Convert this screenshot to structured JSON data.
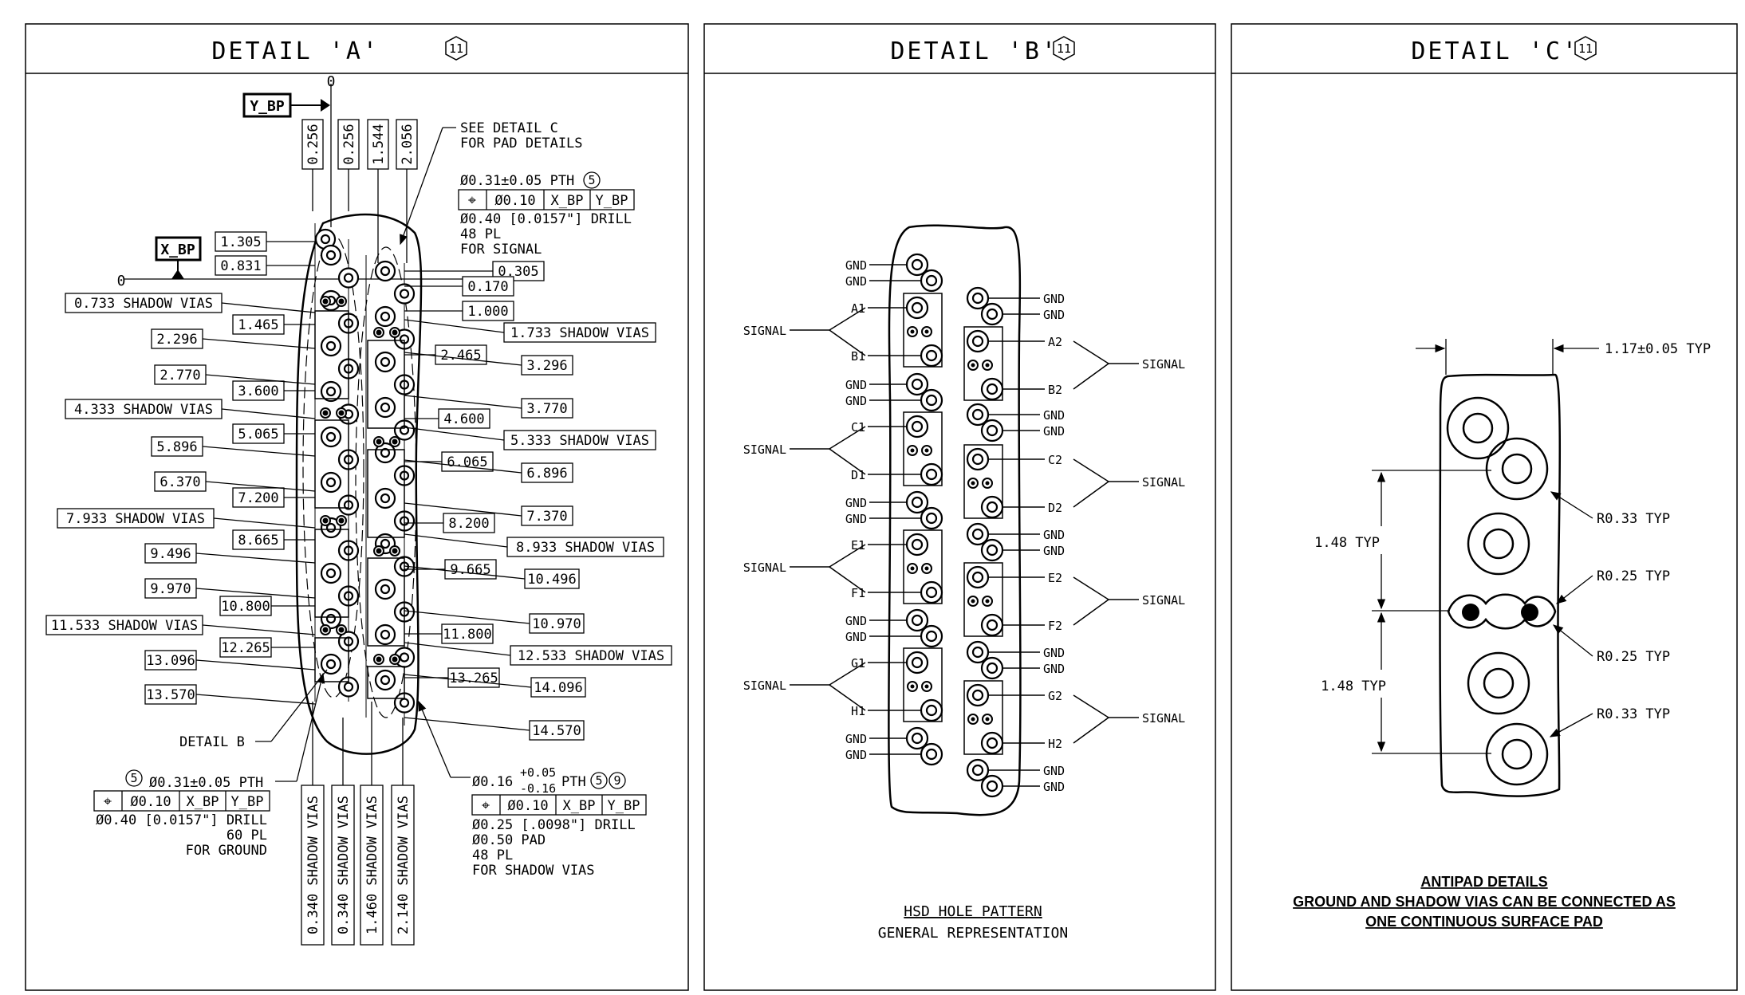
{
  "panels": {
    "a": {
      "title": "DETAIL 'A'",
      "rev": "11"
    },
    "b": {
      "title": "DETAIL 'B'",
      "rev": "11"
    },
    "c": {
      "title": "DETAIL 'C'",
      "rev": "11"
    }
  },
  "detail_a": {
    "datum_y": "Y_BP",
    "datum_x": "X_BP",
    "zero_top": "0",
    "zero_left": "0",
    "top_dims": [
      "0.256",
      "0.256",
      "1.544",
      "2.056"
    ],
    "bottom_dims": [
      "0.340 SHADOW VIAS",
      "0.340 SHADOW VIAS",
      "1.460 SHADOW VIAS",
      "2.140 SHADOW VIAS"
    ],
    "left_inner": [
      "1.305",
      "0.831",
      "1.465",
      "3.600",
      "5.065",
      "7.200",
      "8.665",
      "10.800",
      "12.265"
    ],
    "left_outer": [
      "0.733 SHADOW VIAS",
      "2.296",
      "2.770",
      "4.333 SHADOW VIAS",
      "5.896",
      "6.370",
      "7.933 SHADOW VIAS",
      "9.496",
      "9.970",
      "11.533 SHADOW VIAS",
      "13.096",
      "13.570"
    ],
    "right_inner": [
      "0.305",
      "0.170",
      "1.000",
      "2.465",
      "4.600",
      "6.065",
      "8.200",
      "9.665",
      "11.800",
      "13.265"
    ],
    "right_outer": [
      "1.733 SHADOW VIAS",
      "3.296",
      "3.770",
      "5.333 SHADOW VIAS",
      "6.896",
      "7.370",
      "8.933 SHADOW VIAS",
      "10.496",
      "10.970",
      "12.533 SHADOW VIAS",
      "14.096",
      "14.570"
    ],
    "see_detail_c": [
      "SEE DETAIL C",
      "FOR PAD DETAILS"
    ],
    "signal_note": {
      "pth": "Ø0.31±0.05 PTH",
      "note_ref": "5",
      "fcf": [
        "⌖",
        "Ø0.10",
        "X_BP",
        "Y_BP"
      ],
      "lines": [
        "Ø0.40 [0.0157\"] DRILL",
        "48 PL",
        "FOR SIGNAL"
      ]
    },
    "detail_b_label": "DETAIL B",
    "ground_note": {
      "note_ref": "5",
      "pth": "Ø0.31±0.05 PTH",
      "fcf": [
        "⌖",
        "Ø0.10",
        "X_BP",
        "Y_BP"
      ],
      "lines": [
        "Ø0.40 [0.0157\"] DRILL",
        "60 PL",
        "FOR GROUND"
      ]
    },
    "shadow_note": {
      "dia": "Ø0.16",
      "tol_plus": "+0.05",
      "tol_minus": "-0.16",
      "pth": "PTH",
      "refs": [
        "5",
        "9"
      ],
      "fcf": [
        "⌖",
        "Ø0.10",
        "X_BP",
        "Y_BP"
      ],
      "lines": [
        "Ø0.25 [.0098\"] DRILL",
        "Ø0.50 PAD",
        "48 PL",
        "FOR SHADOW VIAS"
      ]
    }
  },
  "detail_b": {
    "left_labels": [
      "GND",
      "GND",
      "A1",
      "B1",
      "GND",
      "GND",
      "C1",
      "D1",
      "GND",
      "GND",
      "E1",
      "F1",
      "GND",
      "GND",
      "G1",
      "H1",
      "GND",
      "GND"
    ],
    "right_labels": [
      "GND",
      "GND",
      "A2",
      "B2",
      "GND",
      "GND",
      "C2",
      "D2",
      "GND",
      "GND",
      "E2",
      "F2",
      "GND",
      "GND",
      "G2",
      "H2",
      "GND",
      "GND"
    ],
    "signal": "SIGNAL",
    "caption1": "HSD HOLE PATTERN",
    "caption2": "GENERAL REPRESENTATION"
  },
  "detail_c": {
    "width_dim": "1.17±0.05 TYP",
    "pitch1": "1.48 TYP",
    "pitch2": "1.48 TYP",
    "radii": [
      "R0.33 TYP",
      "R0.25 TYP",
      "R0.25 TYP",
      "R0.33 TYP"
    ],
    "caption1": "ANTIPAD DETAILS",
    "caption2": "GROUND AND SHADOW VIAS CAN BE CONNECTED AS",
    "caption3": "ONE CONTINUOUS SURFACE PAD"
  }
}
